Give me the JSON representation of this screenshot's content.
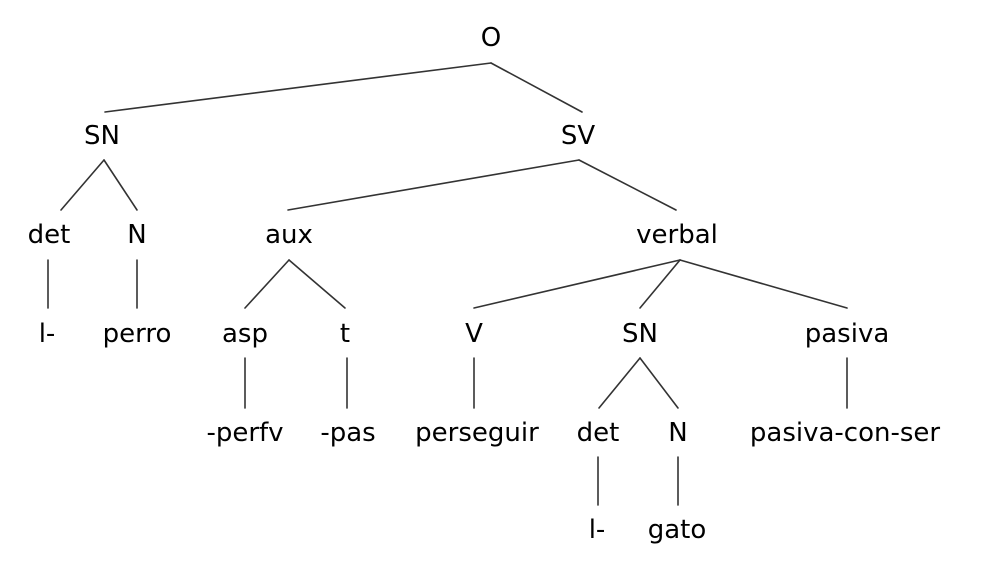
{
  "tree": {
    "nodes": [
      {
        "id": "O",
        "label": "O"
      },
      {
        "id": "SN1",
        "label": "SN"
      },
      {
        "id": "SV",
        "label": "SV"
      },
      {
        "id": "det1",
        "label": "det"
      },
      {
        "id": "N1",
        "label": "N"
      },
      {
        "id": "l1",
        "label": "l-"
      },
      {
        "id": "perro",
        "label": "perro"
      },
      {
        "id": "aux",
        "label": "aux"
      },
      {
        "id": "verbal",
        "label": "verbal"
      },
      {
        "id": "asp",
        "label": "asp"
      },
      {
        "id": "t",
        "label": "t"
      },
      {
        "id": "perfv",
        "label": "-perfv"
      },
      {
        "id": "pas",
        "label": "-pas"
      },
      {
        "id": "V",
        "label": "V"
      },
      {
        "id": "SN2",
        "label": "SN"
      },
      {
        "id": "pasiva",
        "label": "pasiva"
      },
      {
        "id": "perseguir",
        "label": "perseguir"
      },
      {
        "id": "det2",
        "label": "det"
      },
      {
        "id": "N2",
        "label": "N"
      },
      {
        "id": "pasivaconser",
        "label": "pasiva-con-ser"
      },
      {
        "id": "l2",
        "label": "l-"
      },
      {
        "id": "gato",
        "label": "gato"
      }
    ],
    "edges": [
      [
        "O",
        "SN1"
      ],
      [
        "O",
        "SV"
      ],
      [
        "SN1",
        "det1"
      ],
      [
        "SN1",
        "N1"
      ],
      [
        "det1",
        "l1"
      ],
      [
        "N1",
        "perro"
      ],
      [
        "SV",
        "aux"
      ],
      [
        "SV",
        "verbal"
      ],
      [
        "aux",
        "asp"
      ],
      [
        "aux",
        "t"
      ],
      [
        "asp",
        "perfv"
      ],
      [
        "t",
        "pas"
      ],
      [
        "verbal",
        "V"
      ],
      [
        "verbal",
        "SN2"
      ],
      [
        "verbal",
        "pasiva"
      ],
      [
        "V",
        "perseguir"
      ],
      [
        "SN2",
        "det2"
      ],
      [
        "SN2",
        "N2"
      ],
      [
        "det2",
        "l2"
      ],
      [
        "N2",
        "gato"
      ],
      [
        "pasiva",
        "pasivaconser"
      ]
    ]
  }
}
